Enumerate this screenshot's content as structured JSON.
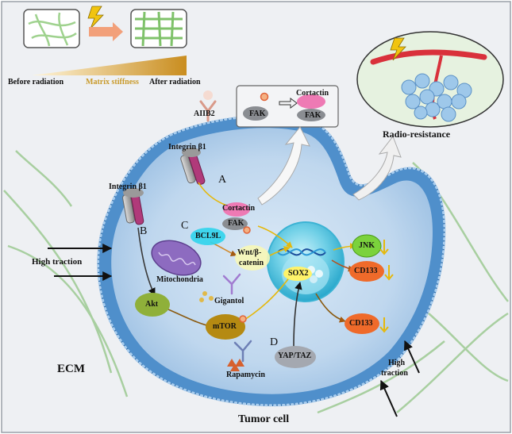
{
  "top_panel": {
    "before_label": "Before radiation",
    "stiffness_label": "Matrix stiffness",
    "after_label": "After radiation"
  },
  "inset_fak": {
    "cortactin": "Cortactin",
    "fak_left": "FAK",
    "fak_right": "FAK"
  },
  "inset_radio": {
    "caption": "Radio-resistance"
  },
  "receptors": {
    "aiib2": "AIIB2",
    "integrin_top": "Integrin β1",
    "integrin_left": "Integrin β1"
  },
  "pathway_letters": {
    "a": "A",
    "b": "B",
    "c": "C",
    "d": "D"
  },
  "molecules": {
    "cortactin": "Cortactin",
    "fak": "FAK",
    "bcl9l": "BCL9L",
    "wnt_line1": "Wnt/β-",
    "wnt_line2": "catenin",
    "mitochondria": "Mitochondria",
    "gigantol": "Gigantol",
    "akt": "Akt",
    "mtor": "mTOR",
    "rapamycin": "Rapamycin",
    "yap_taz": "YAP/TAZ",
    "sox2": "SOX2",
    "jnk": "JNK",
    "cd133_upper": "CD133",
    "cd133_lower": "CD133"
  },
  "traction": {
    "left": "High  traction",
    "right_line1": "High",
    "right_line2": "traction"
  },
  "labels": {
    "ecm": "ECM",
    "tumor_cell": "Tumor cell"
  },
  "colors": {
    "cytoplasm": "#bfd7ee",
    "membrane": "#4f8fcb",
    "nucleus": "#6ecfe6",
    "stiffness_gradient_end": "#d8a23a",
    "fiber": "#a8cfa0",
    "jnk_fill": "#7bd23c",
    "cd133_fill": "#ef6a2a",
    "cortactin_fill": "#f07ab8",
    "mitochondria_fill": "#8d6bc0",
    "akt_fill": "#8fb03a",
    "mtor_fill": "#b58a12"
  }
}
